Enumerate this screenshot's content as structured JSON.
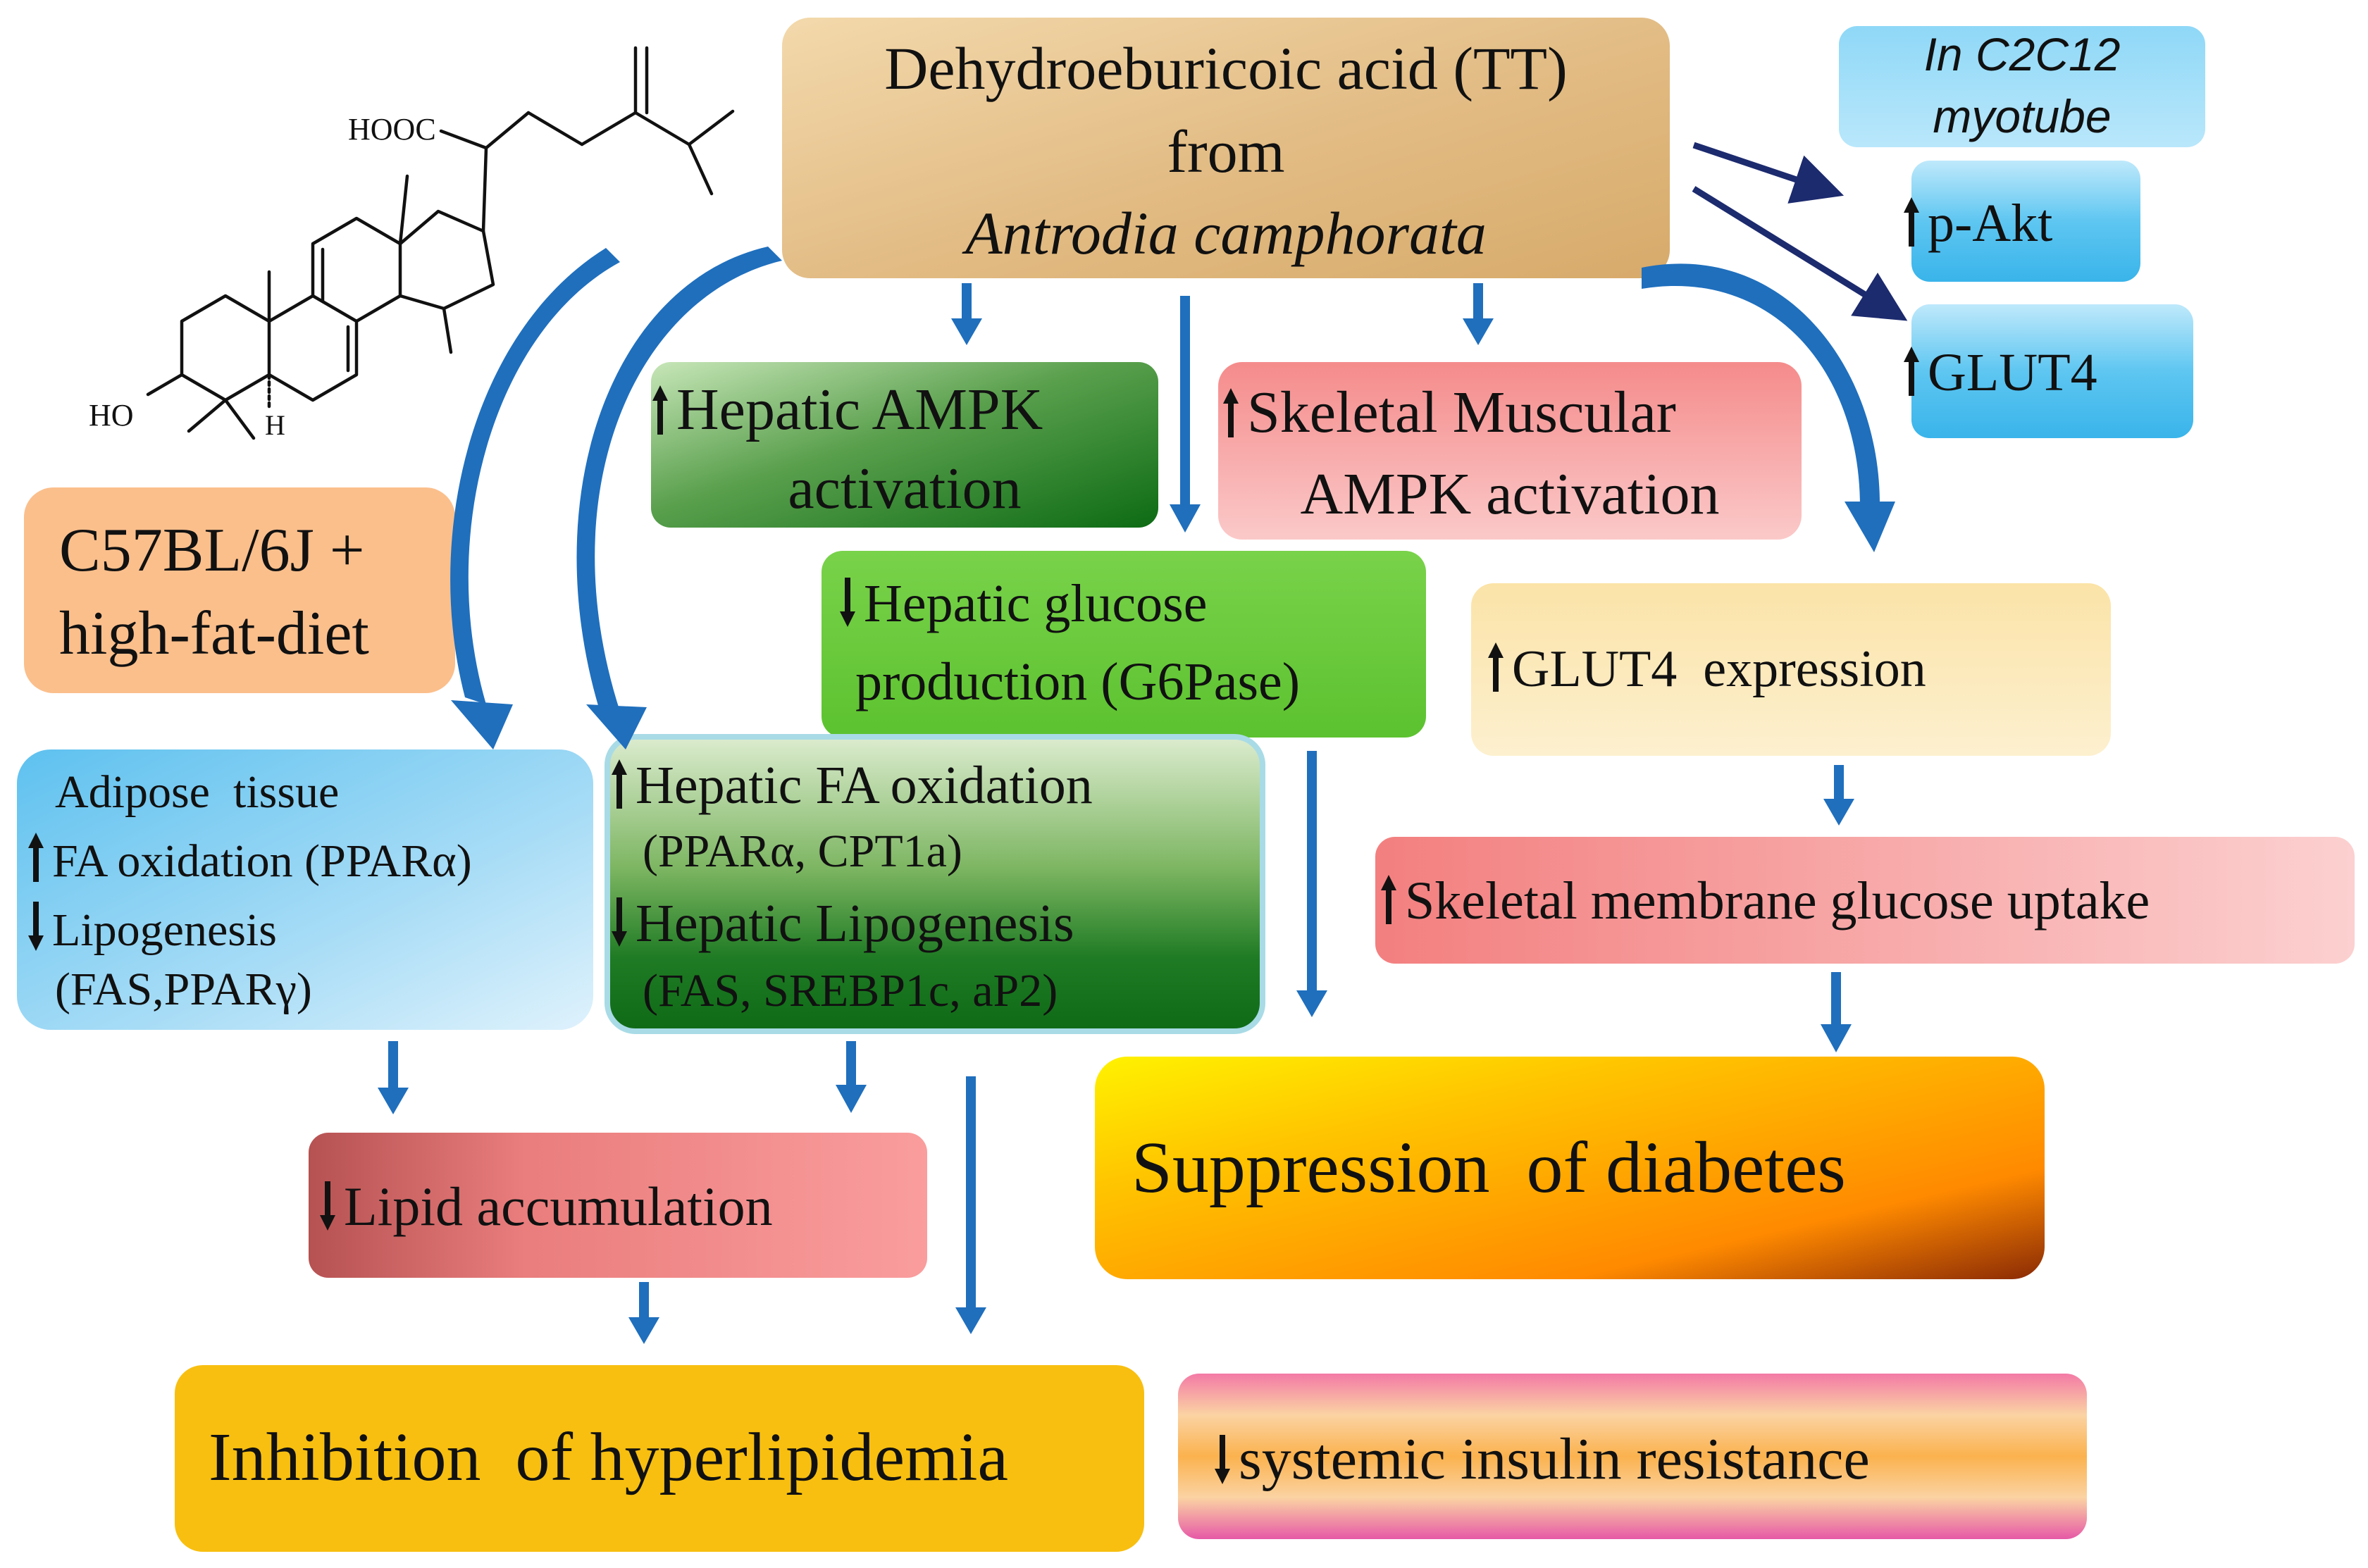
{
  "source": {
    "line1": "Dehydroeburicoic acid (TT)",
    "line2": "from",
    "line3": "Antrodia camphorata"
  },
  "structure": {
    "acid_label": "HOOC",
    "hydroxyl_label": "HO",
    "hydrogen_label": "H"
  },
  "in_vitro": {
    "title_line1": "In C2C12",
    "title_line2": "myotube",
    "pakt": "p-Akt",
    "glut4": "GLUT4"
  },
  "model": {
    "line1": "C57BL/6J +",
    "line2": "high-fat-diet"
  },
  "hepatic_ampk": {
    "line1": "Hepatic AMPK",
    "line2": "activation"
  },
  "skeletal_ampk": {
    "line1": "Skeletal Muscular",
    "line2": "AMPK activation"
  },
  "glucose_production": {
    "line1": "Hepatic glucose",
    "line2": "production (G6Pase)"
  },
  "glut4_expression": "GLUT4  expression",
  "adipose": {
    "title": "Adipose  tissue",
    "fa_oxidation": "FA oxidation (PPARα)",
    "lipogenesis": "Lipogenesis",
    "lipogenesis_markers": "(FAS,PPARγ)"
  },
  "hepatic_fa": {
    "fa_oxidation": "Hepatic FA oxidation",
    "fa_markers": "(PPARα, CPT1a)",
    "lipogenesis": "Hepatic Lipogenesis",
    "lipogenesis_markers": "(FAS, SREBP1c, aP2)"
  },
  "skeletal_uptake": "Skeletal membrane glucose uptake",
  "lipid_accumulation": "Lipid accumulation",
  "suppression": "Suppression  of diabetes",
  "hyperlipidemia": "Inhibition  of hyperlipidemia",
  "insulin_resistance": "systemic insulin resistance",
  "colors": {
    "arrow_blue": "#1f6fbd",
    "arrow_navy": "#1c2a6e",
    "source_tan": "#e7c48f",
    "sky": "#5bc2f0",
    "peach": "#fbbf8c",
    "green": "#6bcb3c",
    "dark_green": "#1d7a1d",
    "salmon": "#f49a9a",
    "orange": "#f7a400",
    "gold": "#f8bf10"
  }
}
